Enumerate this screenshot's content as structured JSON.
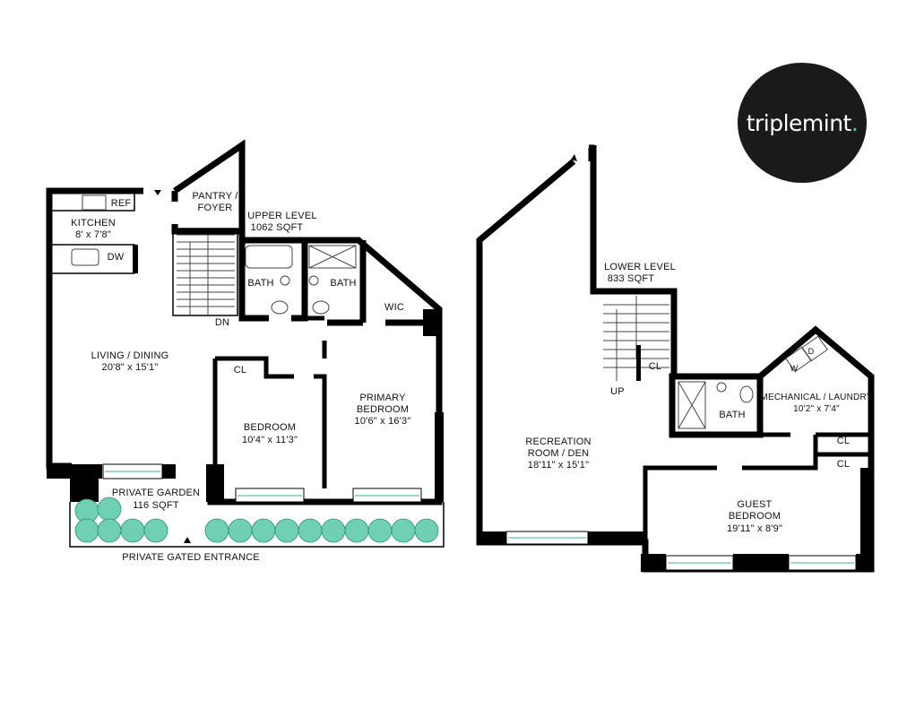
{
  "brand": {
    "name": "triplemint",
    "dot": ".",
    "accent_color": "#4fd1b6"
  },
  "colors": {
    "wall": "#000000",
    "plant": "#6fd0b4",
    "window": "#5fc4aa"
  },
  "upper_level": {
    "title": "UPPER LEVEL",
    "area": "1062 SQFT",
    "rooms": {
      "kitchen": {
        "name": "KITCHEN",
        "size": "8' x 7'8\""
      },
      "ref": "REF",
      "dw": "DW",
      "pantry_1": "PANTRY /",
      "pantry_2": "FOYER",
      "bath1": "BATH",
      "bath2": "BATH",
      "wic": "WIC",
      "dn": "DN",
      "living": {
        "name": "LIVING / DINING",
        "size": "20'8\" x 15'1\""
      },
      "cl": "CL",
      "bedroom": {
        "name": "BEDROOM",
        "size": "10'4\" x 11'3\""
      },
      "primary_1": "PRIMARY",
      "primary_2": "BEDROOM",
      "primary_size": "10'6\" x 16'3\"",
      "garden": {
        "name": "PRIVATE GARDEN",
        "size": "116 SQFT"
      },
      "entrance": "PRIVATE GATED ENTRANCE"
    }
  },
  "lower_level": {
    "title": "LOWER LEVEL",
    "area": "833 SQFT",
    "rooms": {
      "cl_stair": "CL",
      "up": "UP",
      "bath": "BATH",
      "mech": {
        "name": "MECHANICAL / LAUNDRY",
        "size": "10'2\" x 7'4\""
      },
      "washer": "W",
      "dryer": "D",
      "cl1": "CL",
      "cl2": "CL",
      "rec_1": "RECREATION",
      "rec_2": "ROOM / DEN",
      "rec_size": "18'11\" x 15'1\"",
      "guest_1": "GUEST",
      "guest_2": "BEDROOM",
      "guest_size": "19'11\" x 8'9\""
    }
  }
}
